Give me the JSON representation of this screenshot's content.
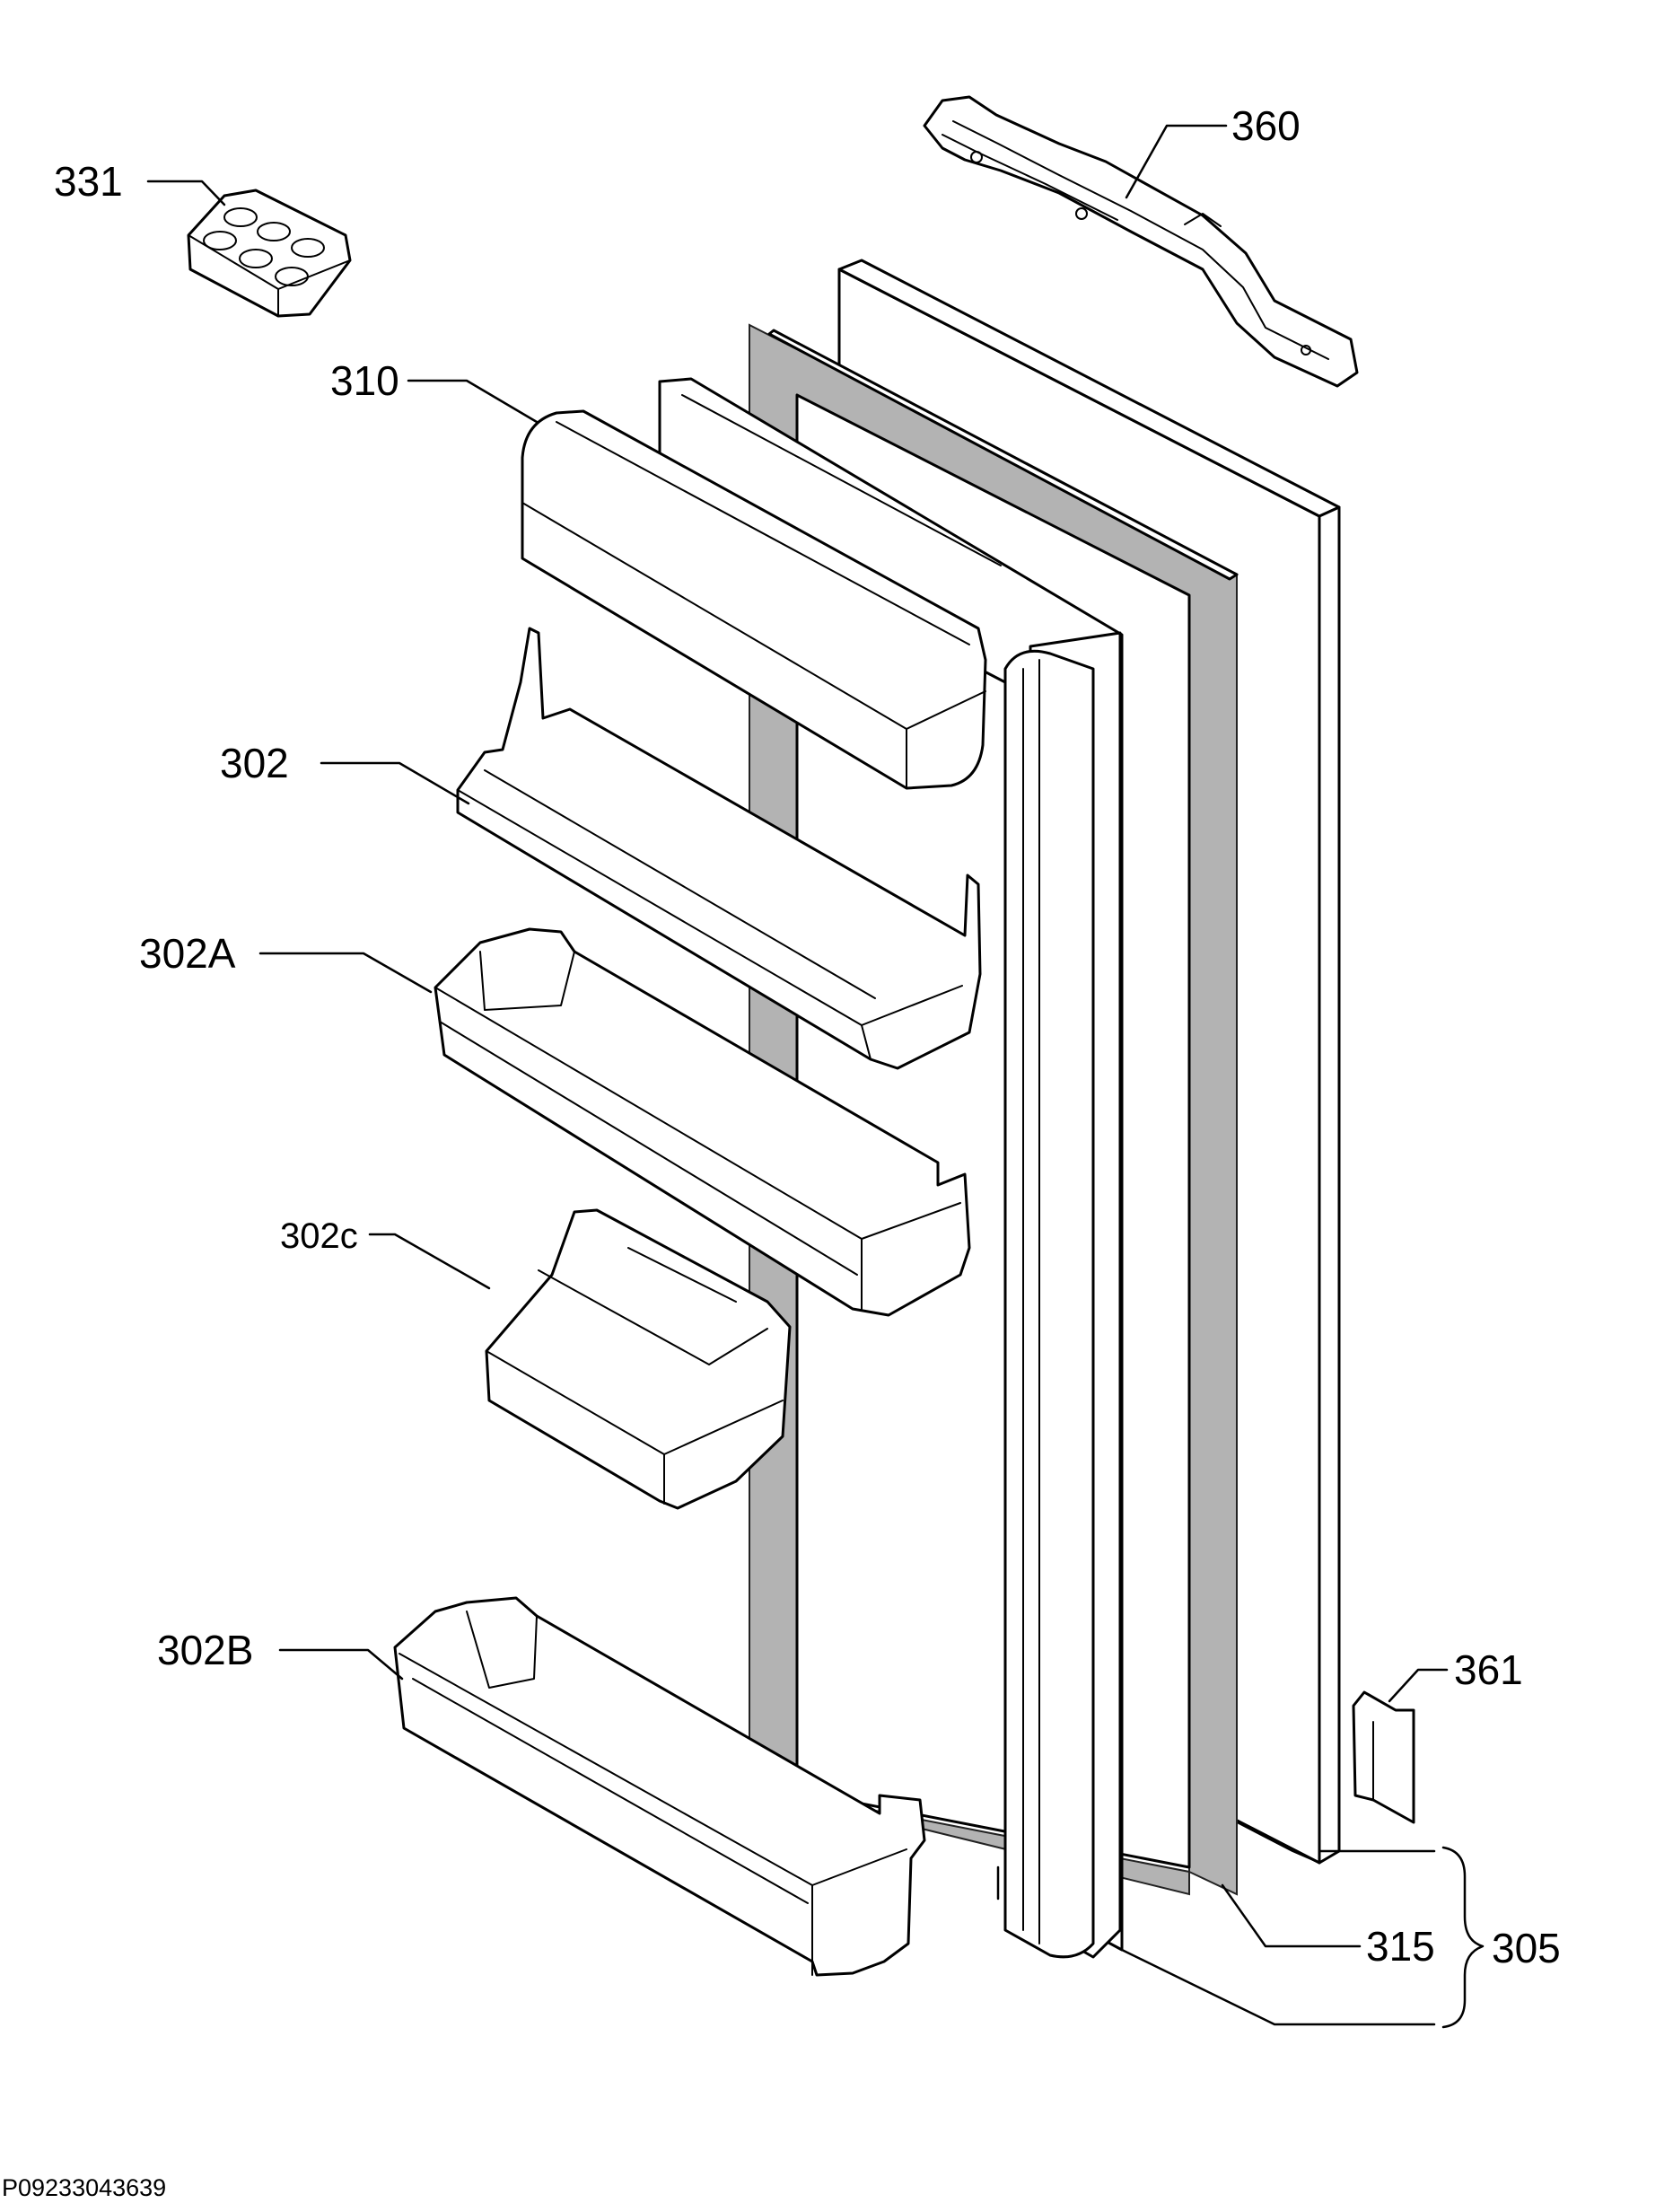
{
  "diagram": {
    "part_labels": {
      "p331": "331",
      "p360": "360",
      "p310": "310",
      "p302": "302",
      "p302a": "302A",
      "p302c": "302c",
      "p302b": "302B",
      "p361": "361",
      "p315": "315",
      "p305": "305"
    },
    "drawing_code": "P09233043639"
  }
}
